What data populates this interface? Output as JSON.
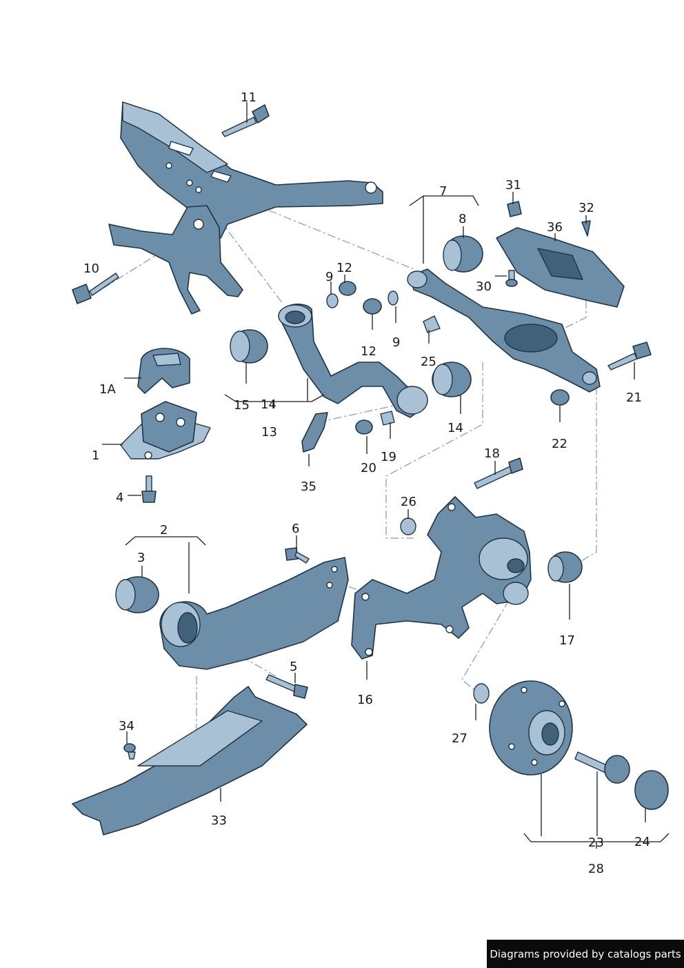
{
  "labels": {
    "l1": "1",
    "l1a": "1A",
    "l2": "2",
    "l3": "3",
    "l4": "4",
    "l5": "5",
    "l6": "6",
    "l7": "7",
    "l8": "8",
    "l9a": "9",
    "l9b": "9",
    "l10": "10",
    "l11": "11",
    "l12a": "12",
    "l12b": "12",
    "l13": "13",
    "l14a": "14",
    "l14b": "14",
    "l15": "15",
    "l16": "16",
    "l17": "17",
    "l18": "18",
    "l19": "19",
    "l20": "20",
    "l21": "21",
    "l22": "22",
    "l23": "23",
    "l24": "24",
    "l25": "25",
    "l26": "26",
    "l27": "27",
    "l28": "28",
    "l30": "30",
    "l31": "31",
    "l32": "32",
    "l33": "33",
    "l34": "34",
    "l35": "35",
    "l36": "36"
  },
  "footer": {
    "text": "Diagrams provided by catalogs parts"
  },
  "colors": {
    "part": "#6c8ea8",
    "part_light": "#a9c1d4",
    "part_dark": "#41607a",
    "outline": "#1f3345"
  }
}
